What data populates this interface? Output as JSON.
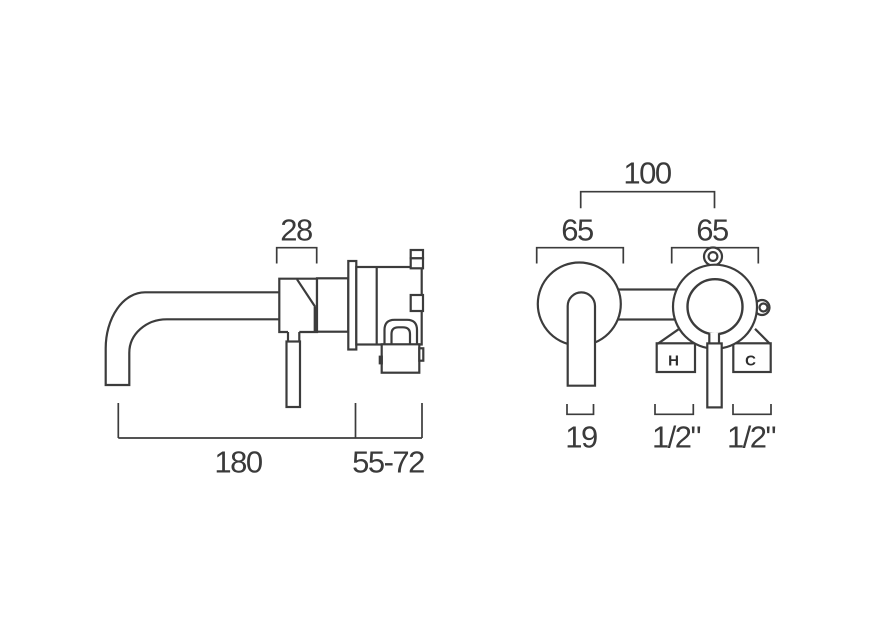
{
  "style": {
    "line_color": "#3c3c3c",
    "background": "#ffffff"
  },
  "side_view": {
    "labels": {
      "handle_width": "28",
      "spout_reach": "180",
      "wall_depth": "55-72"
    }
  },
  "front_view": {
    "labels": {
      "hole_centres": "100",
      "left_plate": "65",
      "right_plate": "65",
      "spout_width": "19",
      "hot_inlet": "1/2\"",
      "cold_inlet": "1/2\"",
      "hot_marker": "H",
      "cold_marker": "C"
    }
  }
}
